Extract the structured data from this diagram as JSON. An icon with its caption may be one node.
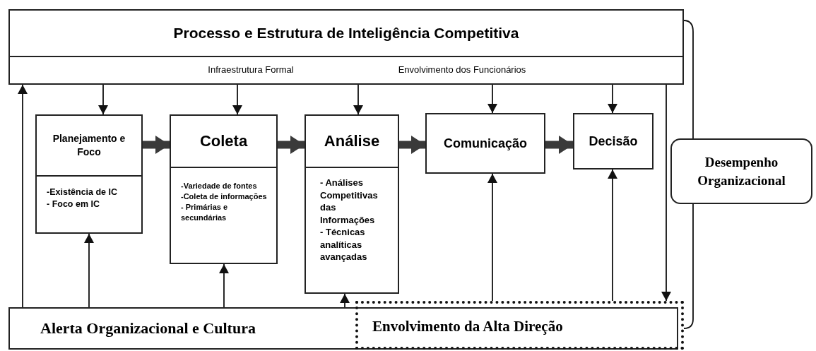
{
  "diagram": {
    "nodes": [
      {
        "text": [
          "Processo e Estrutura de Inteligência Competitiva",
          "Infraestrutura Formal",
          "Envolvimento dos Funcionários"
        ]
      },
      {
        "text": [
          "Planejamento e Foco",
          "-Existência de IC",
          "- Foco em IC"
        ]
      },
      {
        "text": [
          "Coleta",
          "-Variedade de fontes",
          "-Coleta de informações",
          "- Primárias e secundárias"
        ]
      },
      {
        "text": [
          "Análise",
          "- Análises Competitivas das Informações",
          "- Técnicas analíticas avançadas"
        ]
      },
      {
        "text": [
          "Comunicação"
        ]
      },
      {
        "text": [
          "Decisão"
        ]
      },
      {
        "text": [
          "Alerta Organizacional e Cultura"
        ]
      },
      {
        "text": [
          "Envolvimento da Alta Direção"
        ]
      },
      {
        "text": [
          "Desempenho Organizacional"
        ]
      }
    ],
    "edges": [
      {
        "from": 0,
        "to": 1,
        "arrow": "to"
      },
      {
        "from": 0,
        "to": 2,
        "arrow": "to"
      },
      {
        "from": 0,
        "to": 3,
        "arrow": "to"
      },
      {
        "from": 0,
        "to": 4,
        "arrow": "to"
      },
      {
        "from": 0,
        "to": 5,
        "arrow": "to"
      },
      {
        "from": 1,
        "to": 2,
        "arrow": "to",
        "style": "thick",
        "color": "#3a3a3a"
      },
      {
        "from": 2,
        "to": 3,
        "arrow": "to",
        "style": "thick",
        "color": "#3a3a3a"
      },
      {
        "from": 3,
        "to": 4,
        "arrow": "to",
        "style": "thick",
        "color": "#3a3a3a"
      },
      {
        "from": 4,
        "to": 5,
        "arrow": "to",
        "style": "thick",
        "color": "#3a3a3a"
      },
      {
        "from": 6,
        "to": 1,
        "arrow": "to"
      },
      {
        "from": 6,
        "to": 2,
        "arrow": "to"
      },
      {
        "from": 6,
        "to": 3,
        "arrow": "to"
      },
      {
        "from": 7,
        "to": 4,
        "arrow": "to"
      },
      {
        "from": 7,
        "to": 5,
        "arrow": "to"
      },
      {
        "from": 6,
        "to": 0,
        "arrow": "to"
      },
      {
        "from": 0,
        "to": 7,
        "arrow": "to"
      },
      {
        "from": 0,
        "to": 8,
        "arrow": "none"
      },
      {
        "from": 8,
        "to": 7,
        "arrow": "none"
      }
    ]
  }
}
